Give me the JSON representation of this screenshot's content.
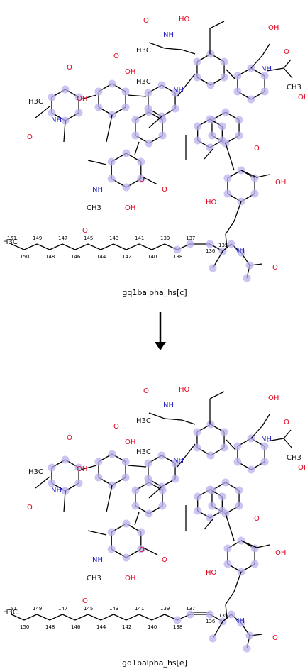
{
  "panels": [
    {
      "caption": "gq1balpha_hs[c]",
      "double_bond_138_137": false,
      "lipid_labels": [
        "151",
        "150",
        "149",
        "148",
        "147",
        "146",
        "145",
        "144",
        "143",
        "142",
        "141",
        "140",
        "139",
        "138",
        "137",
        "136",
        "135"
      ]
    },
    {
      "caption": "gq1balpha_hs[e]",
      "double_bond_138_137": true,
      "lipid_labels": [
        "151",
        "150",
        "149",
        "148",
        "147",
        "146",
        "145",
        "144",
        "143",
        "142",
        "141",
        "140",
        "139",
        "138",
        "137",
        "136",
        "135"
      ]
    }
  ],
  "reaction_arrow": "down-arrow",
  "atoms": {
    "methyl_label": "H3C",
    "ch3_label": "CH3",
    "nh_label": "NH",
    "ho_label": "HO",
    "oh_label": "OH",
    "o_label": "O"
  },
  "colors": {
    "highlight": "#b9b1ee",
    "oxygen": "#e0001a",
    "nitrogen": "#2020c0",
    "bond": "#000000"
  }
}
